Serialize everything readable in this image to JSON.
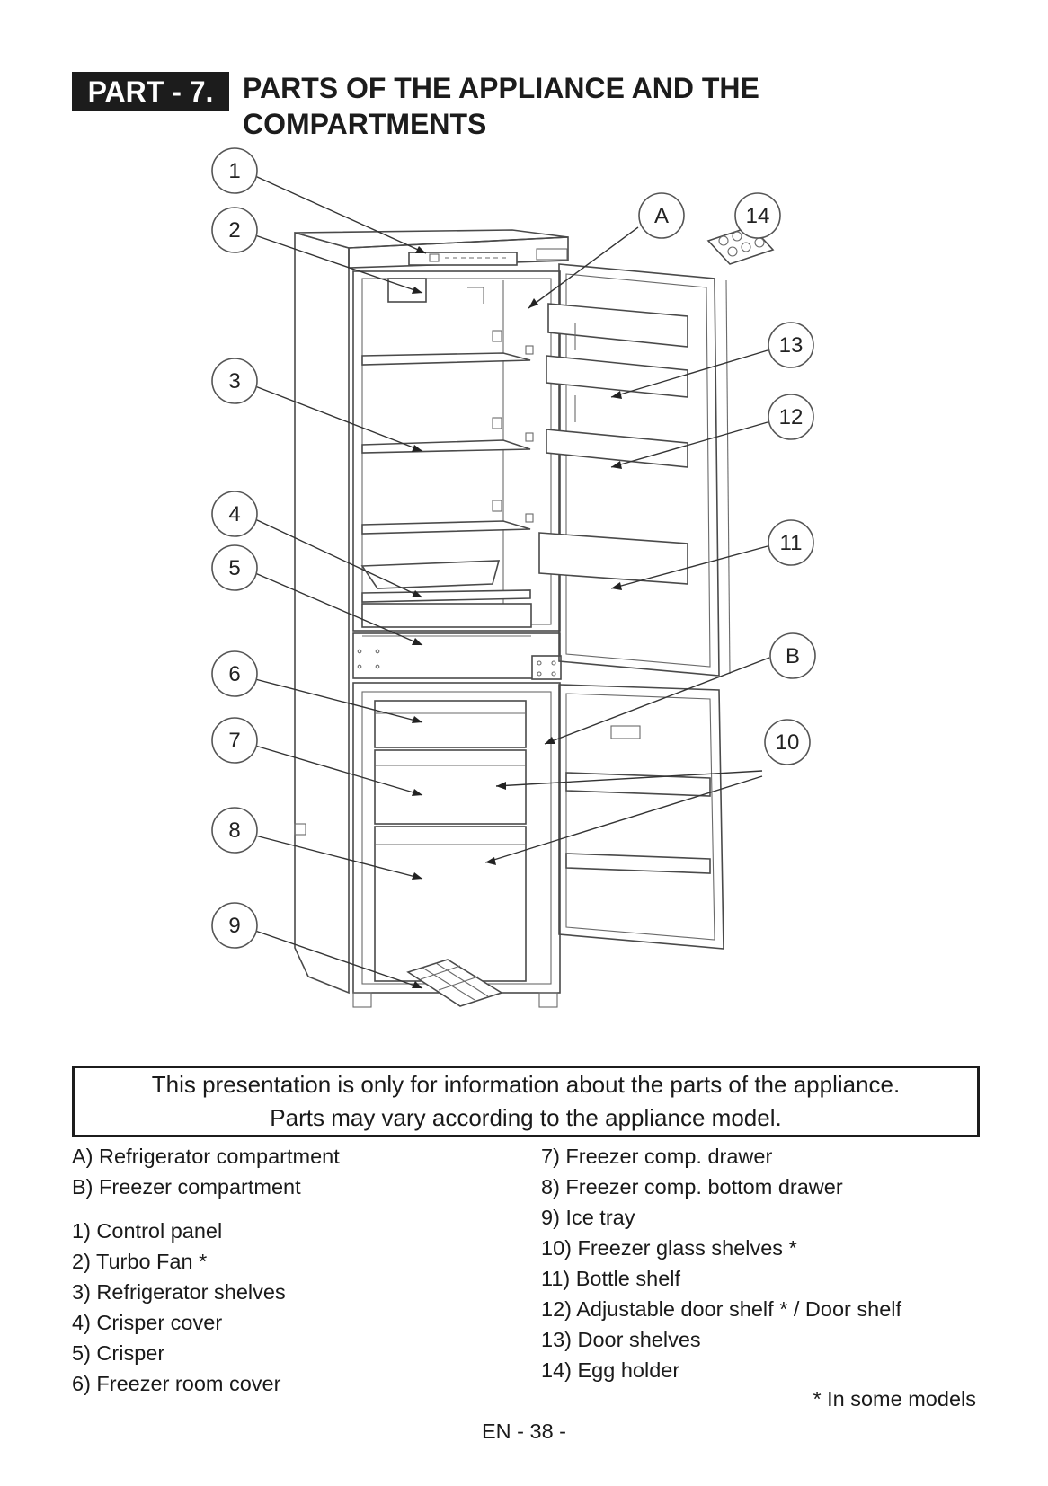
{
  "header": {
    "part_badge": "PART - 7.",
    "title_line1": "PARTS OF THE APPLIANCE AND THE",
    "title_line2": "COMPARTMENTS"
  },
  "diagram": {
    "callouts": [
      "1",
      "2",
      "3",
      "4",
      "5",
      "6",
      "7",
      "8",
      "9",
      "10",
      "11",
      "12",
      "13",
      "14",
      "A",
      "B"
    ]
  },
  "notice": {
    "line1": "This presentation  is only for information about the parts of the appliance.",
    "line2": "Parts may vary according to the appliance model."
  },
  "legend": {
    "compartments": [
      "A) Refrigerator compartment",
      "B) Freezer compartment"
    ],
    "left_parts": [
      "1) Control panel",
      "2) Turbo Fan *",
      "3) Refrigerator shelves",
      "4) Crisper cover",
      "5) Crisper",
      "6) Freezer room cover"
    ],
    "right_parts": [
      "7) Freezer comp. drawer",
      "8) Freezer comp. bottom drawer",
      "9) Ice tray",
      "10) Freezer glass shelves *",
      "11) Bottle shelf",
      "12) Adjustable door shelf * / Door shelf",
      "13) Door shelves",
      "14) Egg holder"
    ]
  },
  "footnote": "* In some models",
  "page_number": "EN - 38 -"
}
